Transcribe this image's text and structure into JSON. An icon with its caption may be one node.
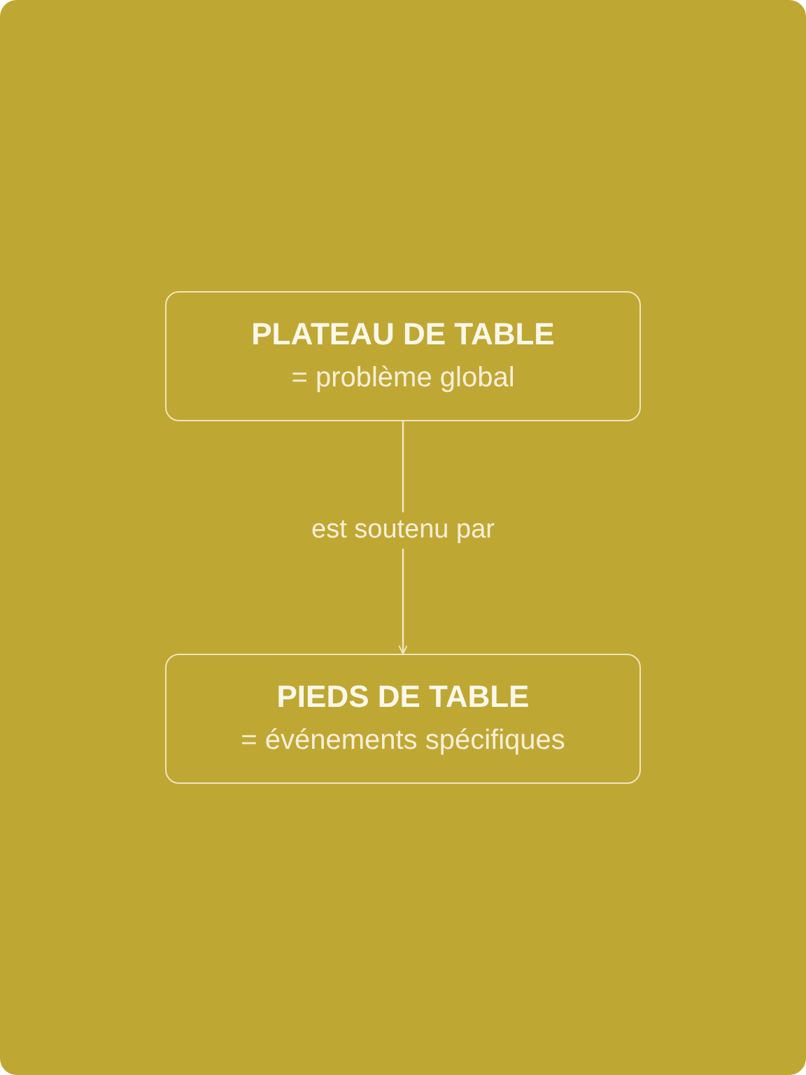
{
  "diagram": {
    "nodes": [
      {
        "text": [
          "PLATEAU DE TABLE",
          "= problème global"
        ]
      },
      {
        "text": [
          "PIEDS DE TABLE",
          "= événements spécifiques"
        ]
      }
    ],
    "edges": [
      {
        "from": 0,
        "to": 1,
        "arrow": "to",
        "label": "est soutenu par"
      }
    ]
  }
}
